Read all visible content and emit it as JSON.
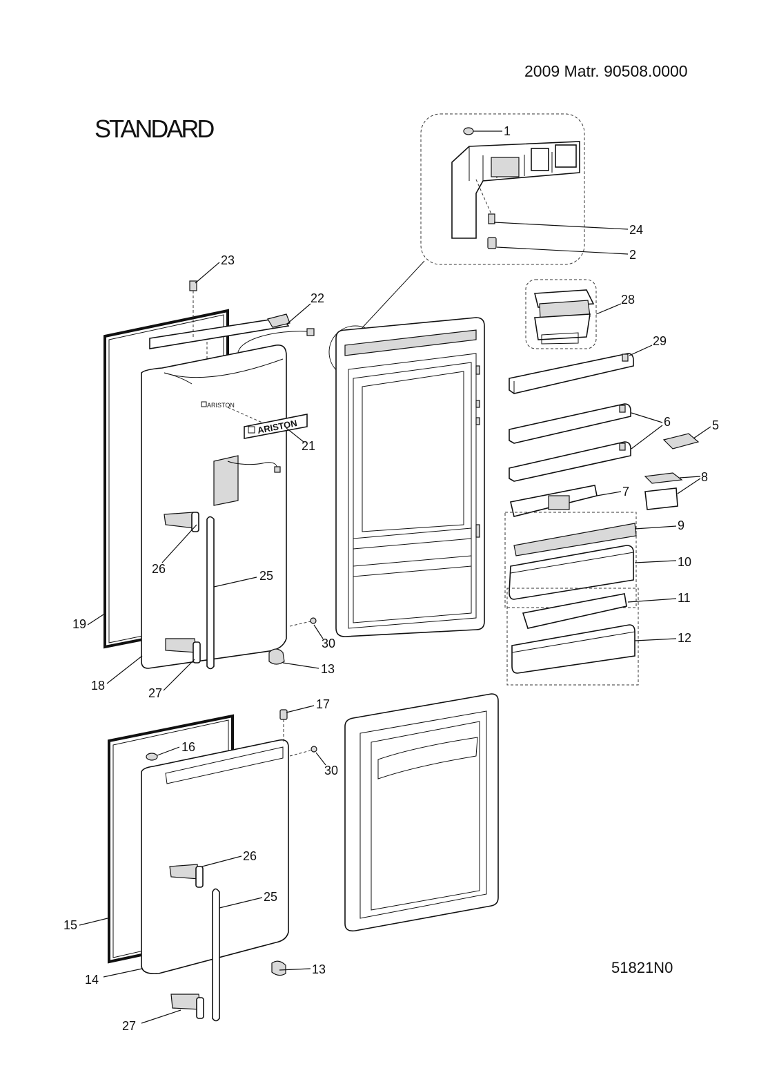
{
  "header": {
    "reference": "2009  Matr. 90508.0000",
    "title": "STANDARD"
  },
  "footer": {
    "drawing_code": "51821N0"
  },
  "brand": {
    "door_logo_small": "ARISTON",
    "badge_logo": "ARISTON"
  },
  "callouts": {
    "c1": "1",
    "c2": "2",
    "c24": "24",
    "c23": "23",
    "c22": "22",
    "c28": "28",
    "c29": "29",
    "c6": "6",
    "c5": "5",
    "c8": "8",
    "c7": "7",
    "c9": "9",
    "c10": "10",
    "c11": "11",
    "c12": "12",
    "c21": "21",
    "c26a": "26",
    "c25a": "25",
    "c19": "19",
    "c18": "18",
    "c27a": "27",
    "c30a": "30",
    "c13a": "13",
    "c17": "17",
    "c16": "16",
    "c30b": "30",
    "c26b": "26",
    "c25b": "25",
    "c15": "15",
    "c14": "14",
    "c13b": "13",
    "c27b": "27"
  }
}
